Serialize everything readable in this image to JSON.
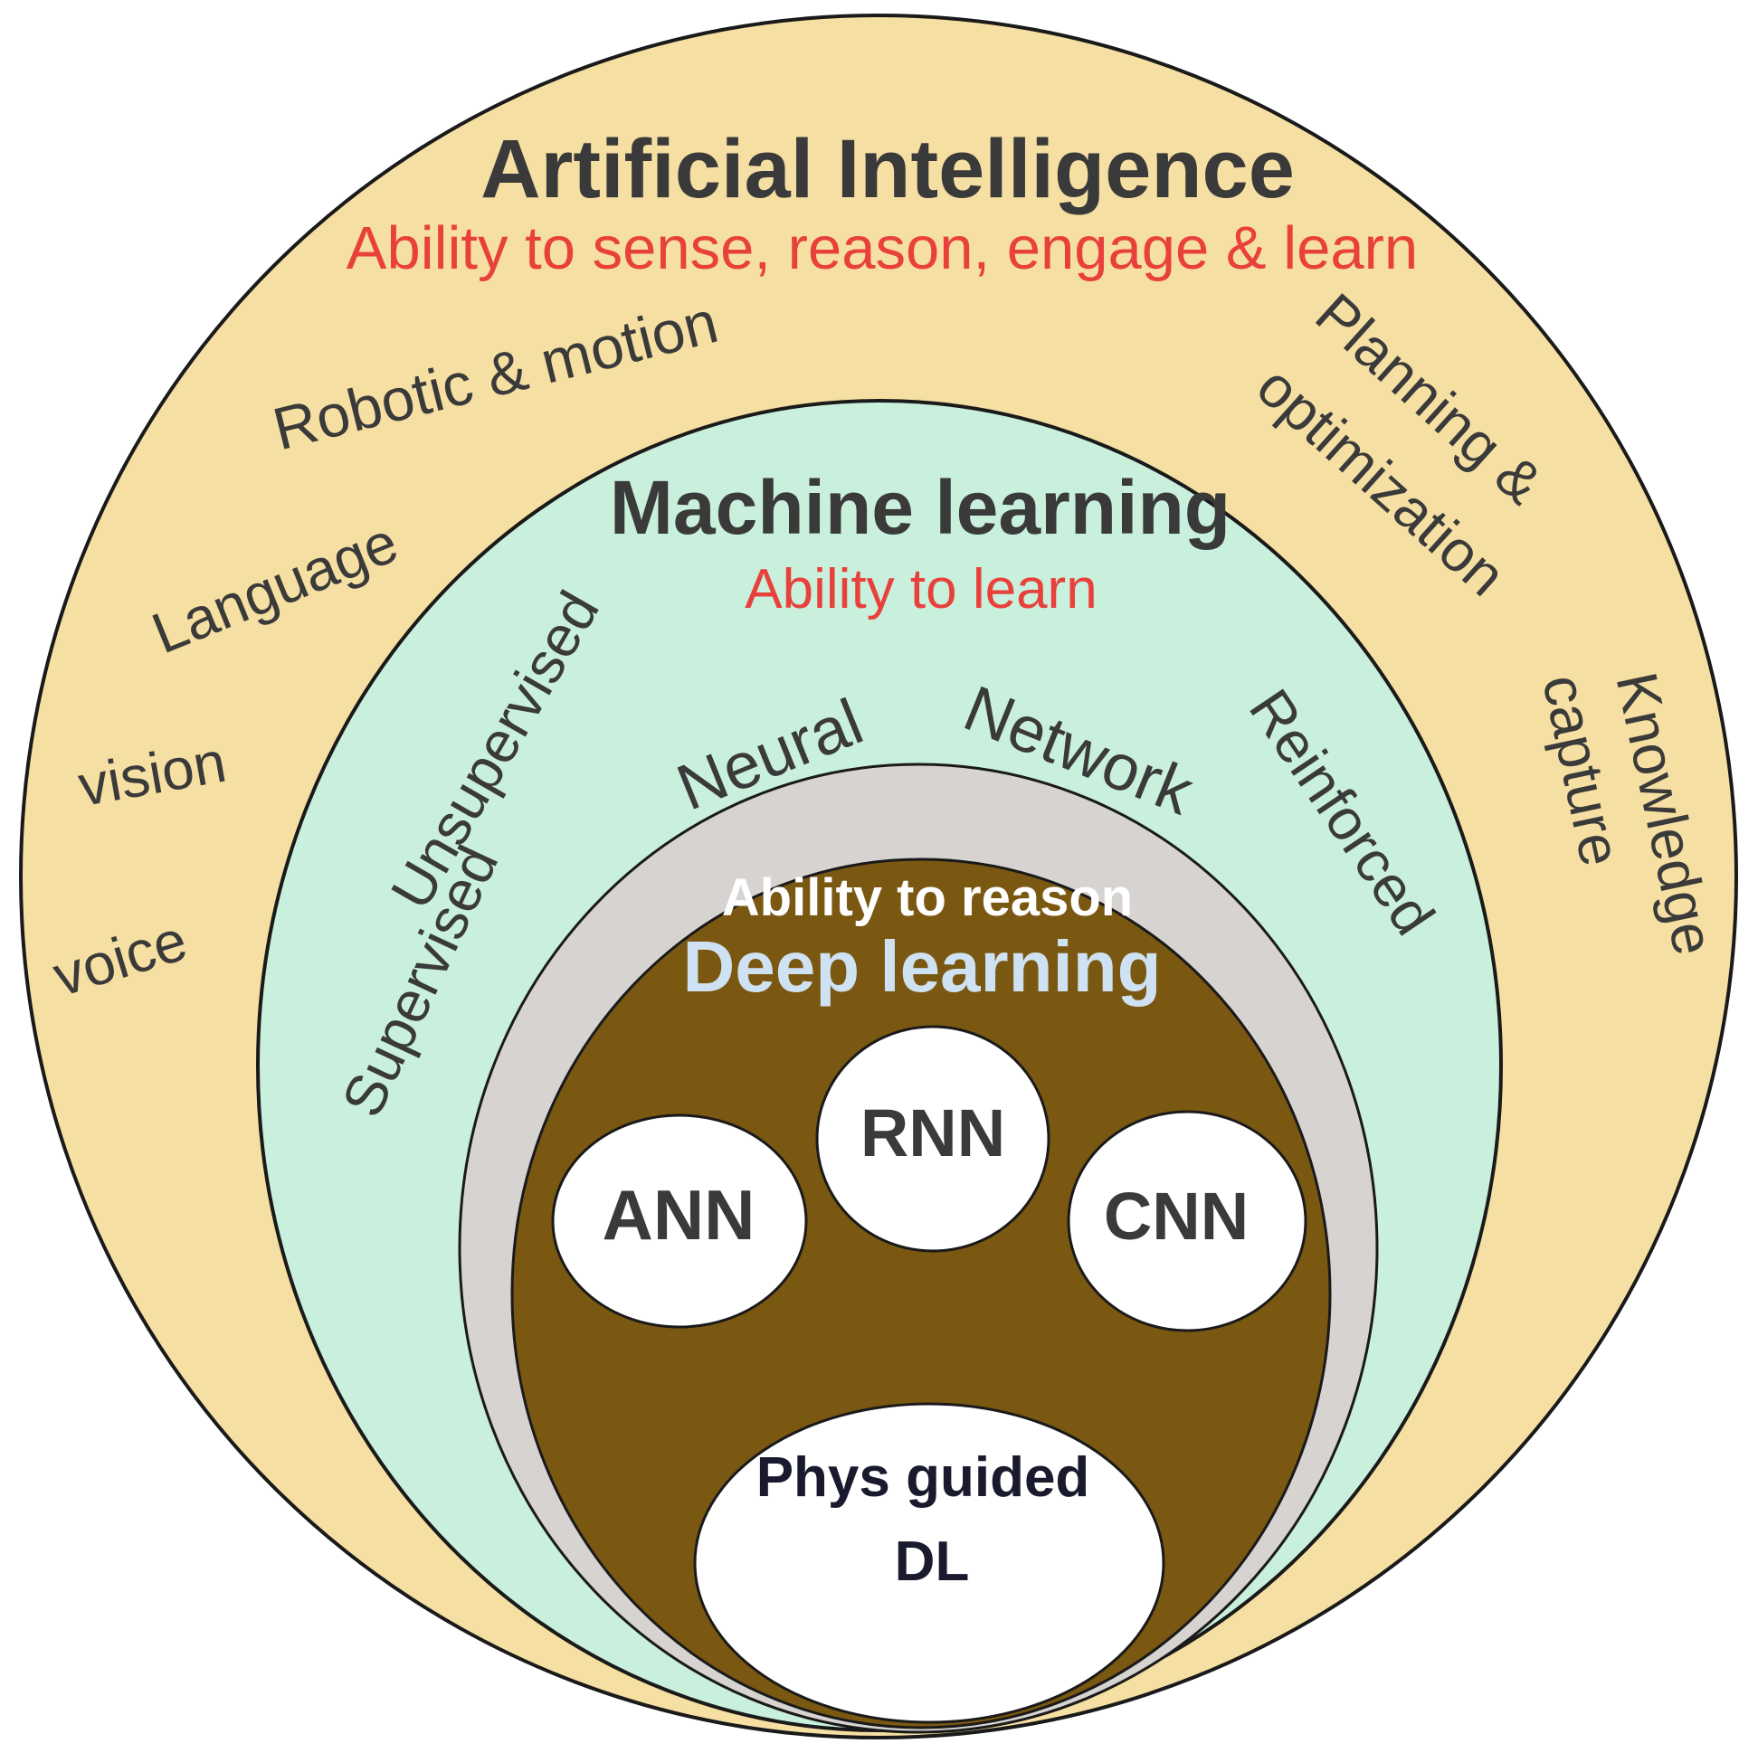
{
  "ai": {
    "title": "Artificial Intelligence",
    "subtitle": "Ability to sense, reason, engage & learn",
    "items": {
      "robotic": "Robotic & motion",
      "language": "Language",
      "vision": "vision",
      "voice": "voice",
      "planning_line1": "Planning &",
      "planning_line2": "optimization",
      "knowledge_line1": "Knowledge",
      "knowledge_line2": "capture"
    }
  },
  "ml": {
    "title": "Machine learning",
    "subtitle": "Ability to learn",
    "items": {
      "unsupervised": "Unsupervised",
      "supervised": "Supervised",
      "reinforced": "Reinforced"
    }
  },
  "nn": {
    "word1": "Neural",
    "word2": "Network"
  },
  "dl": {
    "subtitle": "Ability to reason",
    "title": "Deep learning",
    "nodes": {
      "rnn": "RNN",
      "ann": "ANN",
      "cnn": "CNN",
      "phys_line1": "Phys guided",
      "phys_line2": "DL"
    }
  },
  "colors": {
    "ai_fill": "#f6dfa2",
    "ml_fill": "#c9f0dc",
    "nn_fill": "#d6d3d1",
    "dl_fill": "#7a5811",
    "node_fill": "#ffffff",
    "text_dark": "#3a3a3a",
    "text_red": "#e8413b",
    "text_white": "#ffffff",
    "text_lightblue": "#cfe2f3",
    "outline": "#1a1a1a"
  }
}
